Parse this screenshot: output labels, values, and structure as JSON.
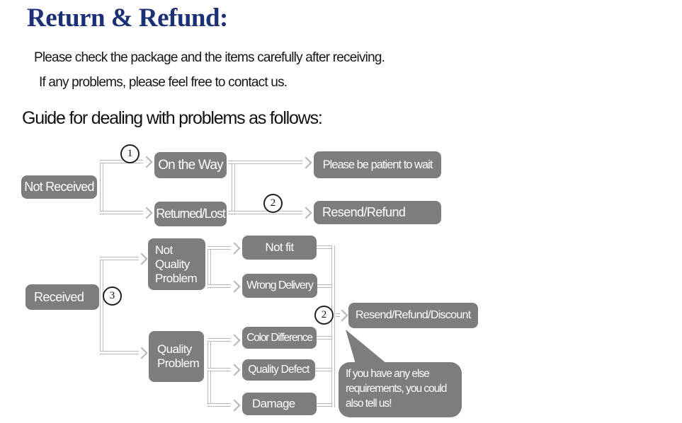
{
  "header": {
    "title": "Return & Refund:",
    "intro_line1": "Please check the package and the items carefully after receiving.",
    "intro_line2": "If any problems, please feel free to contact us.",
    "guide_heading": "Guide for dealing with problems as follows:"
  },
  "colors": {
    "title_navy": "#1b3076",
    "node_gray": "#7d7d7d",
    "connector_gray": "#bbbbbb",
    "body_text": "#161616",
    "node_text": "#ffffff"
  },
  "flow": {
    "steps": {
      "one": "1",
      "two": "2",
      "three": "3"
    },
    "nodes": {
      "not_received": "Not Received",
      "on_the_way": "On the Way",
      "returned_lost": "Returned/Lost",
      "please_wait": "Please be patient to wait",
      "resend_refund": "Resend/Refund",
      "received": "Received",
      "not_quality_problem": "Not Quality Problem",
      "not_fit": "Not fit",
      "wrong_delivery": "Wrong Delivery",
      "quality_problem": "Quality Problem",
      "color_difference": "Color Difference",
      "quality_defect": "Quality Defect",
      "damage": "Damage",
      "resend_refund_discount": "Resend/Refund/Discount"
    },
    "bubble": {
      "line1": "If you have any else",
      "line2": "requirements, you could",
      "line3": "also tell us!"
    }
  }
}
